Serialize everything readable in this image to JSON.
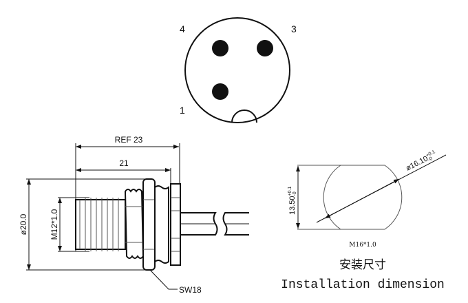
{
  "pin_face": {
    "pins": [
      "4",
      "3",
      "1"
    ]
  },
  "side_view": {
    "ref_length": "REF 23",
    "length": "21",
    "diameter": "ø20.0",
    "thread": "M12*1.0",
    "wrench": "SW18"
  },
  "installation": {
    "height": "13.50",
    "height_tol_plus": "+0.1",
    "height_tol_minus": "-0",
    "diameter": "ø16.10",
    "diameter_tol_plus": "+0.1",
    "diameter_tol_minus": "-0",
    "thread": "M16*1.0",
    "title_cn": "安装尺寸",
    "title_en": "Installation dimension"
  }
}
